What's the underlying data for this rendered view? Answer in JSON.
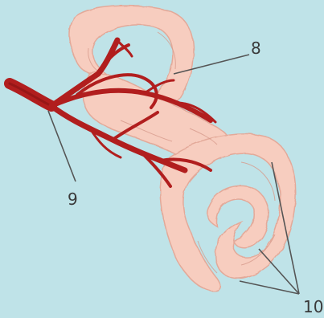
{
  "figure": {
    "background_color": "#bfe3e8",
    "labyrinth_color": "#f7cdbf",
    "labyrinth_outline_color": "#e3a999",
    "vessel_color": "#b11e1e",
    "vessel_dark_color": "#7e0f10"
  },
  "labels": {
    "label_8": "8",
    "label_9": "9",
    "label_10": "10"
  }
}
